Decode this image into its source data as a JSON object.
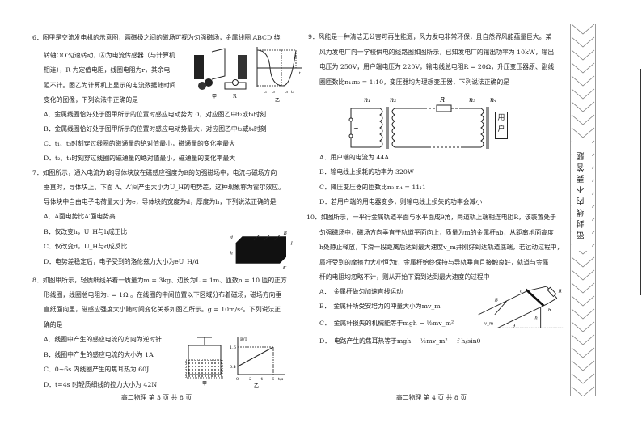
{
  "left_page": {
    "q6": {
      "lines": [
        "6．图甲是交流发电机的示意图，两磁极之间的磁场可视为匀强磁场，金属线圈 ABCD 绕",
        "转轴OO′匀速转动，Ⓐ为电流传感器（与计算机",
        "相连），R 为定值电阻，线圈电阻为r，其余电",
        "阻不计。图乙为计算机上显示的电流数据随时间",
        "变化的图像，下列说法中正确的是"
      ],
      "options": [
        "A．金属线圈恰好处于图甲所示的位置时感应电动势为 0，对应图乙中t₂或t₄时刻",
        "B．金属线圈恰好处于图甲所示的位置时感应电动势最大，对应图乙中t₂或t₄时刻",
        "C．t₁、t₃时刻穿过线圈的磁通量的绝对值最小，磁通量的变化率最大",
        "D．t₂、t₄时刻穿过线圈的磁通量的绝对值最小，磁通量的变化率最大"
      ],
      "fig_labels": {
        "jia": "甲",
        "yi": "乙",
        "R": "R",
        "A": "A",
        "t": "t",
        "i": "i",
        "t1": "t₁",
        "t2": "t₂",
        "t3": "t₃",
        "t4": "t₄",
        "O": "O",
        "Op": "O′"
      }
    },
    "q7": {
      "lines": [
        "7．如图所示，通入电流为I的导体块放在磁感应强度为B的匀强磁场中，电流与磁场方向",
        "垂直时，导体块上、下面 A、A′间产生大小为U_H的电势差，这种现象称为霍尔效应。",
        "导体块中自由电子电荷量大小为e，导体块的宽度为d，厚度为h，下列说法正确的是"
      ],
      "options": [
        "A．A面电势比A′面电势高",
        "B．仅改变h，U_H与h成正比",
        "C．仅改变d，U_H与d成反比",
        "D．电势差稳定后，电子受到的洛伦兹力大小为eU_H/d"
      ],
      "fig_labels": {
        "d": "d",
        "h": "h",
        "B": "B",
        "I": "I",
        "A": "A",
        "Ap": "A′"
      }
    },
    "q8": {
      "lines": [
        "8．如图甲所示，轻质细线吊着一质量为m = 3kg、边长为L = 1m、匝数n = 10 匝的正方",
        "形线圈，线圈总电阻为r = 1Ω 。在线圈的中间位置以下区域分布着磁场，磁场方向垂",
        "直纸面向里，磁感应强度大小随时间变化关系如图乙所示。g = 10m/s²。下列说法正",
        "确的是"
      ],
      "options": [
        "A．线圈中产生的感应电流的方向为逆时针",
        "B．线圈中产生的感应电流的大小为 1A",
        "C．0~6s 内线圈产生的焦耳热为 60J",
        "D．t=4s 时轻质细线的拉力大小为 42N"
      ],
      "fig_labels": {
        "jia": "甲",
        "yi": "乙",
        "yaxis": "B/T",
        "xaxis": "t/s",
        "y1": "1.6",
        "y0": "0.4",
        "x0": "0",
        "x2": "2",
        "x4": "4",
        "x6": "6"
      }
    },
    "footer": "高二物理 第 3 页 共 8 页"
  },
  "right_page": {
    "q9": {
      "lines": [
        "9．风能是一种清洁无公害可再生能源，风力发电非常环保，且自然界风能蕴量巨大。某",
        "风力发电厂向一学校供电的线路图如图所示，已知发电厂的输出功率为 10kW，输出",
        "电压为 250V，用户端电压为 220V，输电线总电阻R = 20Ω，升压变压器原、副线",
        "圈匝数比n₁:n₂ = 1:10，变压器均为理想变压器，下列说法正确的是"
      ],
      "options": [
        "A．用户端的电流为 44A",
        "B．输电线上损耗的功率为 320W",
        "C．降压变压器的匝数比n₃:n₄ = 11:1",
        "D．若用户端的用电器变多，则输电线上损失的功率会减小"
      ],
      "fig_labels": {
        "n1": "n₁",
        "n2": "n₂",
        "n3": "n₃",
        "n4": "n₄",
        "R": "R",
        "user": "用户",
        "ac": "~"
      }
    },
    "q10": {
      "lines": [
        "10．如图所示，一平行金属轨道平面与水平面成θ角，两道轨上端相连电阻R，该装置处于",
        "匀强磁场中，磁场方向垂直于轨道平面向上，质量为m的金属杆ab，从距离地面高度",
        "h处静止释放，下滑一段距离后达到最大速度v_m并刚好到达轨道底端，若运动过程中，",
        "属杆受到的摩擦力大小恒为f，金属杆始终保持与导轨垂直且接触良好，轨道与金属",
        "杆的电阻均忽略不计，则从开始下滑到达到最大速度的过程中"
      ],
      "options": [
        "A．　金属杆做匀加速直线运动",
        "B．　金属杆所受安培力的冲量大小为mv_m",
        "C．　金属杆损失的机械能等于mgh − ½mv_m²",
        "D．　电路产生的焦耳热等于mgh − ½mv_m² − f·h/sinθ"
      ],
      "fig_labels": {
        "B": "B",
        "a": "a",
        "b": "b",
        "R": "R",
        "h": "h",
        "vm": "v_m",
        "theta": "θ"
      }
    },
    "footer": "高二物理 第 4 页 共 8 页"
  },
  "binding_strip": {
    "text": "密封线内不要答题"
  }
}
